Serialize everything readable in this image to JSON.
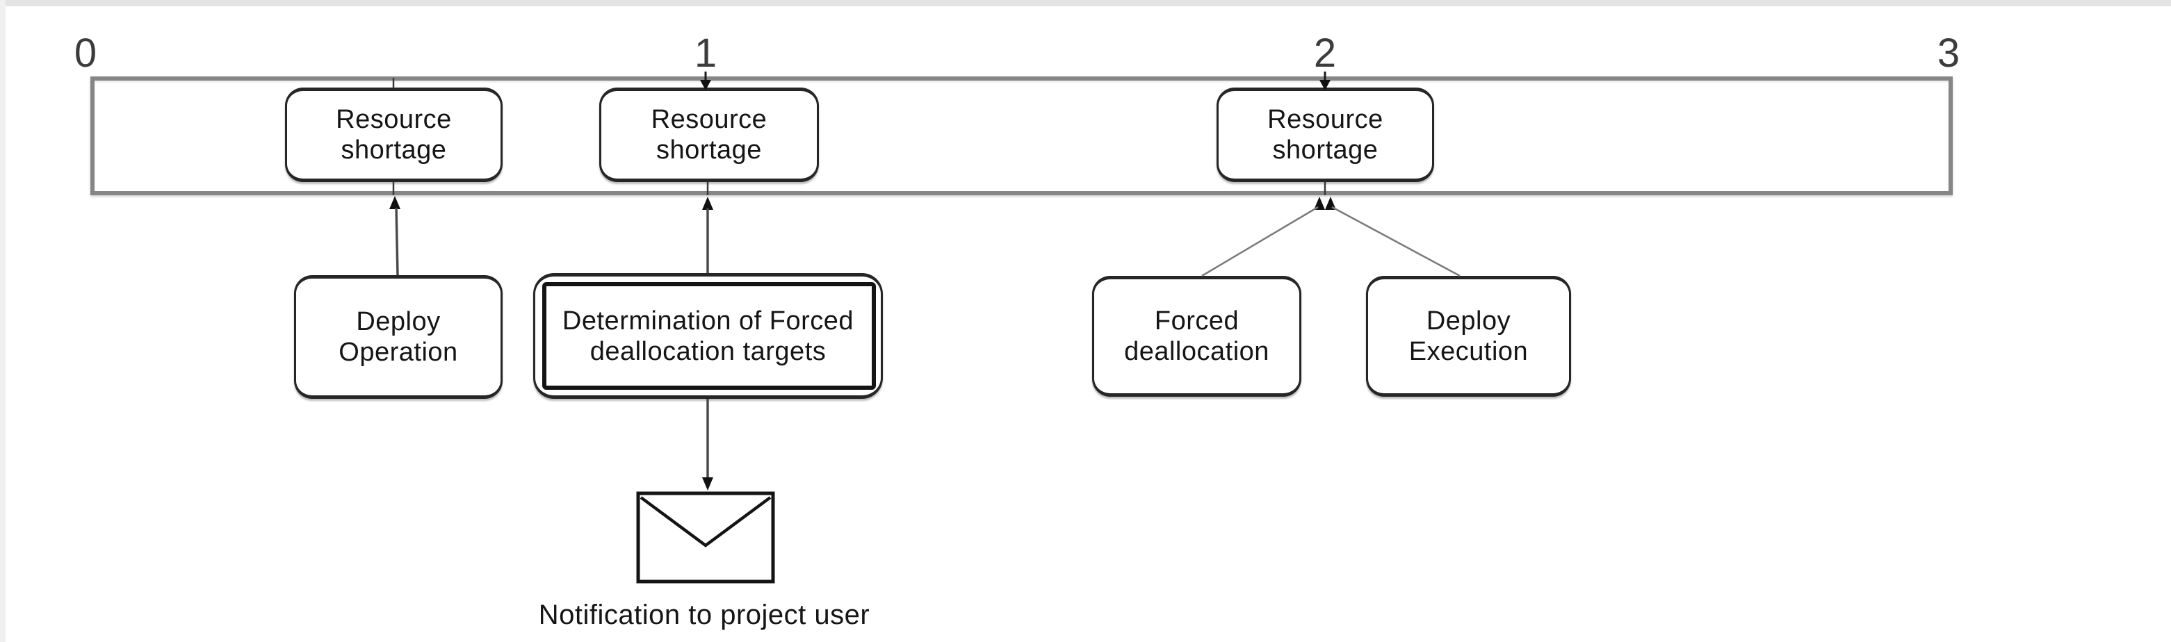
{
  "diagram": {
    "type": "timeline-flow",
    "axis": {
      "labels": [
        "0",
        "1",
        "2",
        "3"
      ]
    },
    "band_events": [
      {
        "lines": [
          "Resource",
          "shortage"
        ]
      },
      {
        "lines": [
          "Resource",
          "shortage"
        ]
      },
      {
        "lines": [
          "Resource",
          "shortage"
        ]
      }
    ],
    "operations": [
      {
        "id": "deploy-operation",
        "lines": [
          "Deploy",
          "Operation"
        ]
      },
      {
        "id": "determination",
        "lines": [
          "Determination of Forced",
          "deallocation targets"
        ]
      },
      {
        "id": "forced-deallocation",
        "lines": [
          "Forced",
          "deallocation"
        ]
      },
      {
        "id": "deploy-execution",
        "lines": [
          "Deploy",
          "Execution"
        ]
      }
    ],
    "notification": {
      "icon": "envelope-icon",
      "caption": "Notification to project user"
    },
    "colors": {
      "band_border": "#868686",
      "shape_border": "#262626",
      "text": "#151515",
      "axis_label": "#3c3c3c",
      "arrow": "#4a4a4a",
      "arrowhead": "#111111",
      "diagonal": "#7a7a7a",
      "edge_strip": "#e3e3e3"
    }
  }
}
